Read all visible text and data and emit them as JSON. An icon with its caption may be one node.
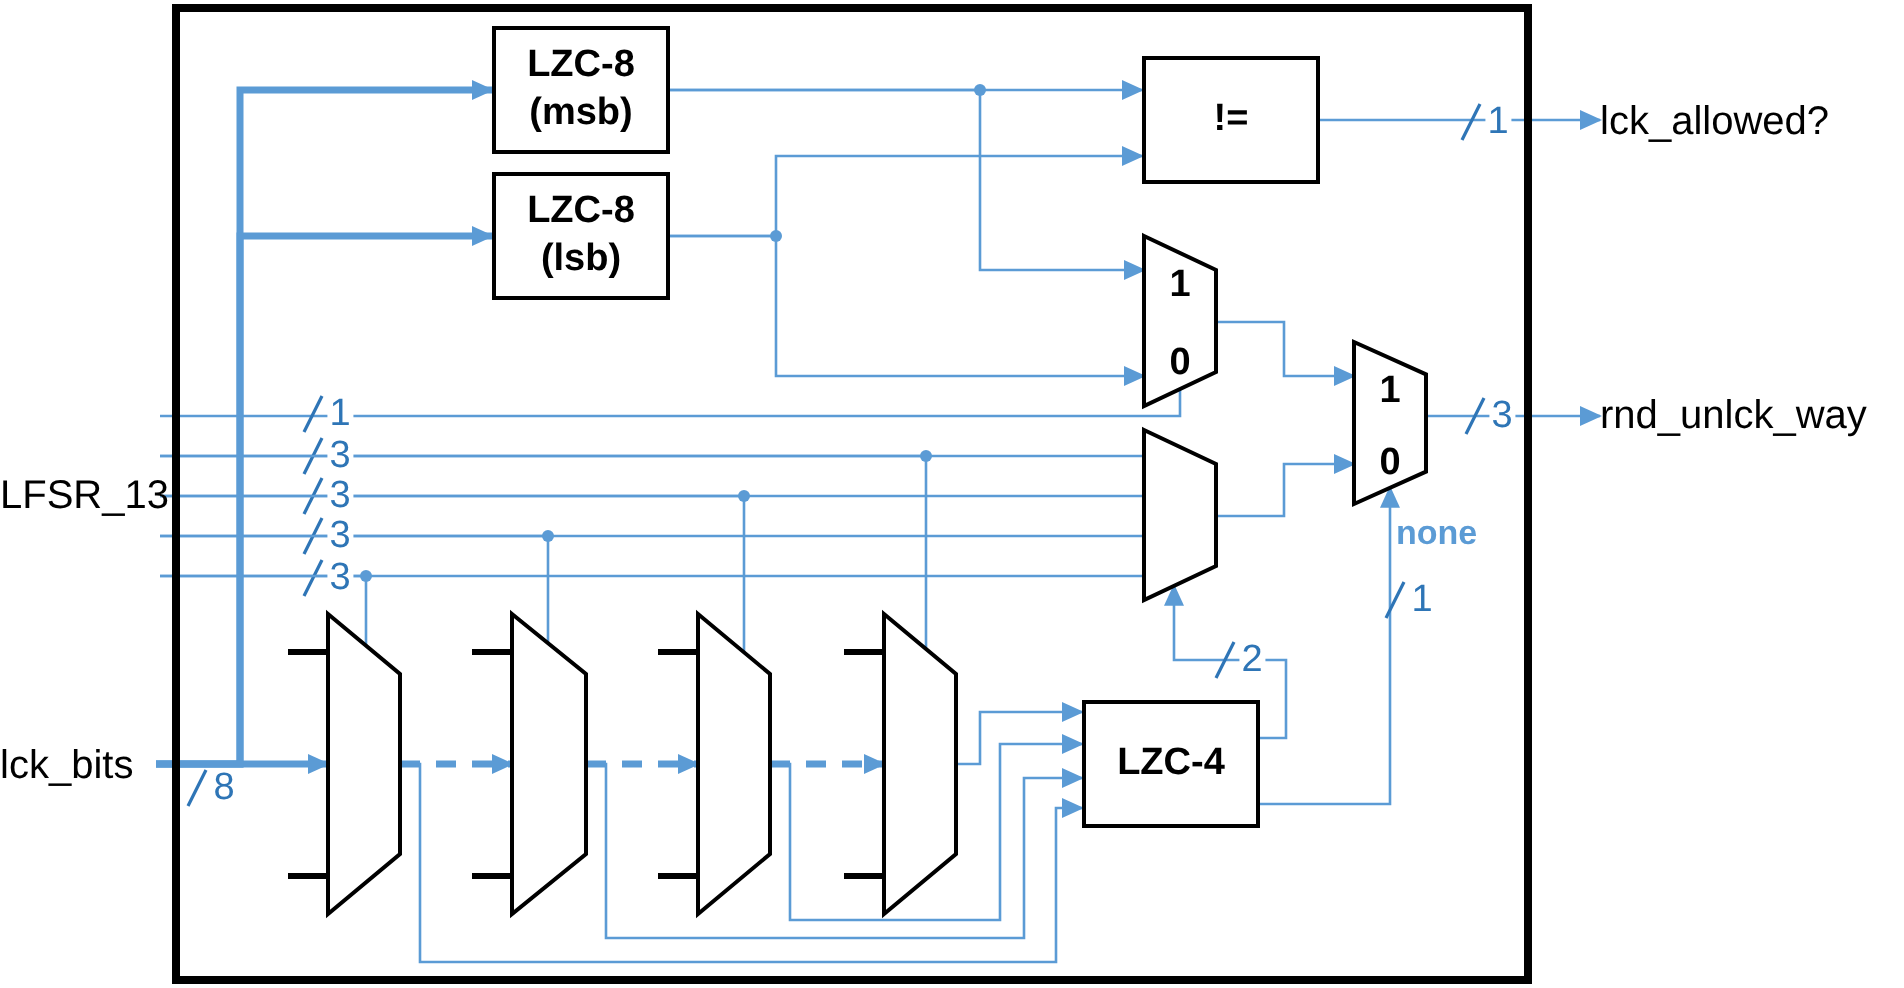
{
  "diagram": {
    "nodes": [
      {
        "text": [],
        "shape": "box"
      },
      {
        "text": [
          "LZC-8 (msb)"
        ],
        "in": 0
      },
      {
        "text": [
          "LZC-8 (lsb)"
        ],
        "in": 0
      },
      {
        "text": [
          "!="
        ],
        "in": 0
      },
      {
        "text": [
          "lck_allowed?"
        ]
      },
      {
        "text": [
          "1",
          "0"
        ],
        "in": 0
      },
      {
        "text": [],
        "shape": "trapezoid",
        "in": 0
      },
      {
        "text": [
          "1",
          "0"
        ],
        "in": 0
      },
      {
        "text": [
          "rnd_unlck_way"
        ]
      },
      {
        "text": [
          "LFSR_13"
        ]
      },
      {
        "text": [
          "lck_bits"
        ]
      },
      {
        "text": [],
        "shape": "trapezoid",
        "in": 0
      },
      {
        "text": [],
        "shape": "trapezoid",
        "in": 0
      },
      {
        "text": [],
        "shape": "trapezoid",
        "in": 0
      },
      {
        "text": [],
        "shape": "trapezoid",
        "in": 0
      },
      {
        "text": [
          "LZC-4"
        ],
        "in": 0
      }
    ],
    "edges": [
      {
        "from": 9,
        "to": 5,
        "arrow": "none",
        "label": "1"
      },
      {
        "from": 9,
        "to": 6,
        "arrow": "none",
        "label": "3"
      },
      {
        "from": 9,
        "to": 6,
        "arrow": "none",
        "label": "3"
      },
      {
        "from": 9,
        "to": 6,
        "arrow": "none",
        "label": "3"
      },
      {
        "from": 9,
        "to": 6,
        "arrow": "none",
        "label": "3"
      },
      {
        "from": 9,
        "to": 14,
        "arrow": "none"
      },
      {
        "from": 9,
        "to": 13,
        "arrow": "none"
      },
      {
        "from": 9,
        "to": 12,
        "arrow": "none"
      },
      {
        "from": 9,
        "to": 11,
        "arrow": "none"
      },
      {
        "from": 10,
        "to": 11,
        "arrow": "to",
        "label": "8",
        "style": "thick"
      },
      {
        "from": 10,
        "to": 1,
        "arrow": "to",
        "style": "thick"
      },
      {
        "from": 10,
        "to": 2,
        "arrow": "to",
        "style": "thick"
      },
      {
        "from": 11,
        "to": 12,
        "arrow": "to",
        "style": "dashed"
      },
      {
        "from": 12,
        "to": 13,
        "arrow": "to",
        "style": "dashed"
      },
      {
        "from": 13,
        "to": 14,
        "arrow": "to",
        "style": "dashed"
      },
      {
        "from": 1,
        "to": 3,
        "arrow": "to"
      },
      {
        "from": 1,
        "to": 5,
        "arrow": "to"
      },
      {
        "from": 2,
        "to": 3,
        "arrow": "to"
      },
      {
        "from": 2,
        "to": 5,
        "arrow": "to"
      },
      {
        "from": 3,
        "to": 4,
        "arrow": "to",
        "label": "1"
      },
      {
        "from": 5,
        "to": 7,
        "arrow": "to"
      },
      {
        "from": 6,
        "to": 7,
        "arrow": "to"
      },
      {
        "from": 7,
        "to": 8,
        "arrow": "to",
        "label": "3"
      },
      {
        "from": 14,
        "to": 15,
        "arrow": "to"
      },
      {
        "from": 13,
        "to": 15,
        "arrow": "to"
      },
      {
        "from": 12,
        "to": 15,
        "arrow": "to"
      },
      {
        "from": 11,
        "to": 15,
        "arrow": "to"
      },
      {
        "from": 15,
        "to": 6,
        "arrow": "to",
        "label": "2"
      },
      {
        "from": 15,
        "to": 7,
        "arrow": "to",
        "label": "1"
      }
    ],
    "labels": [
      "none"
    ]
  }
}
